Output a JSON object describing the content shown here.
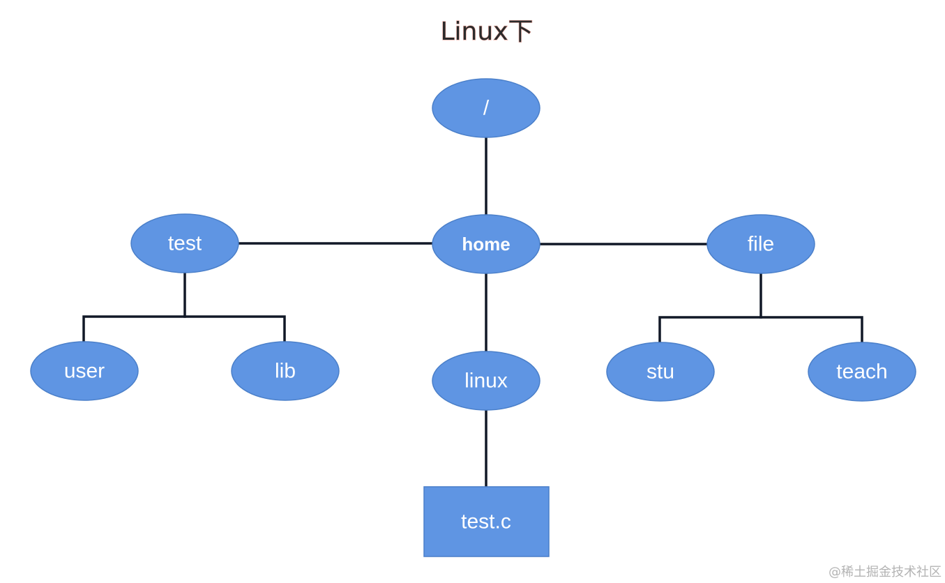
{
  "title": "Linux下",
  "watermark": "@稀土掘金技术社区",
  "colors": {
    "node_fill": "#5f95e3",
    "node_stroke": "#4a7fc9",
    "edge": "#111827",
    "label": "#ffffff"
  },
  "nodes": {
    "root": {
      "label": "/",
      "shape": "ellipse"
    },
    "home": {
      "label": "home",
      "shape": "ellipse"
    },
    "test": {
      "label": "test",
      "shape": "ellipse"
    },
    "file": {
      "label": "file",
      "shape": "ellipse"
    },
    "user": {
      "label": "user",
      "shape": "ellipse"
    },
    "lib": {
      "label": "lib",
      "shape": "ellipse"
    },
    "linux": {
      "label": "linux",
      "shape": "ellipse"
    },
    "stu": {
      "label": "stu",
      "shape": "ellipse"
    },
    "teach": {
      "label": "teach",
      "shape": "ellipse"
    },
    "testc": {
      "label": "test.c",
      "shape": "rectangle"
    }
  },
  "edges": [
    {
      "from": "/",
      "to": "home"
    },
    {
      "from": "home",
      "to": "test"
    },
    {
      "from": "home",
      "to": "file"
    },
    {
      "from": "home",
      "to": "linux"
    },
    {
      "from": "test",
      "to": "user"
    },
    {
      "from": "test",
      "to": "lib"
    },
    {
      "from": "file",
      "to": "stu"
    },
    {
      "from": "file",
      "to": "teach"
    },
    {
      "from": "linux",
      "to": "test.c"
    }
  ]
}
